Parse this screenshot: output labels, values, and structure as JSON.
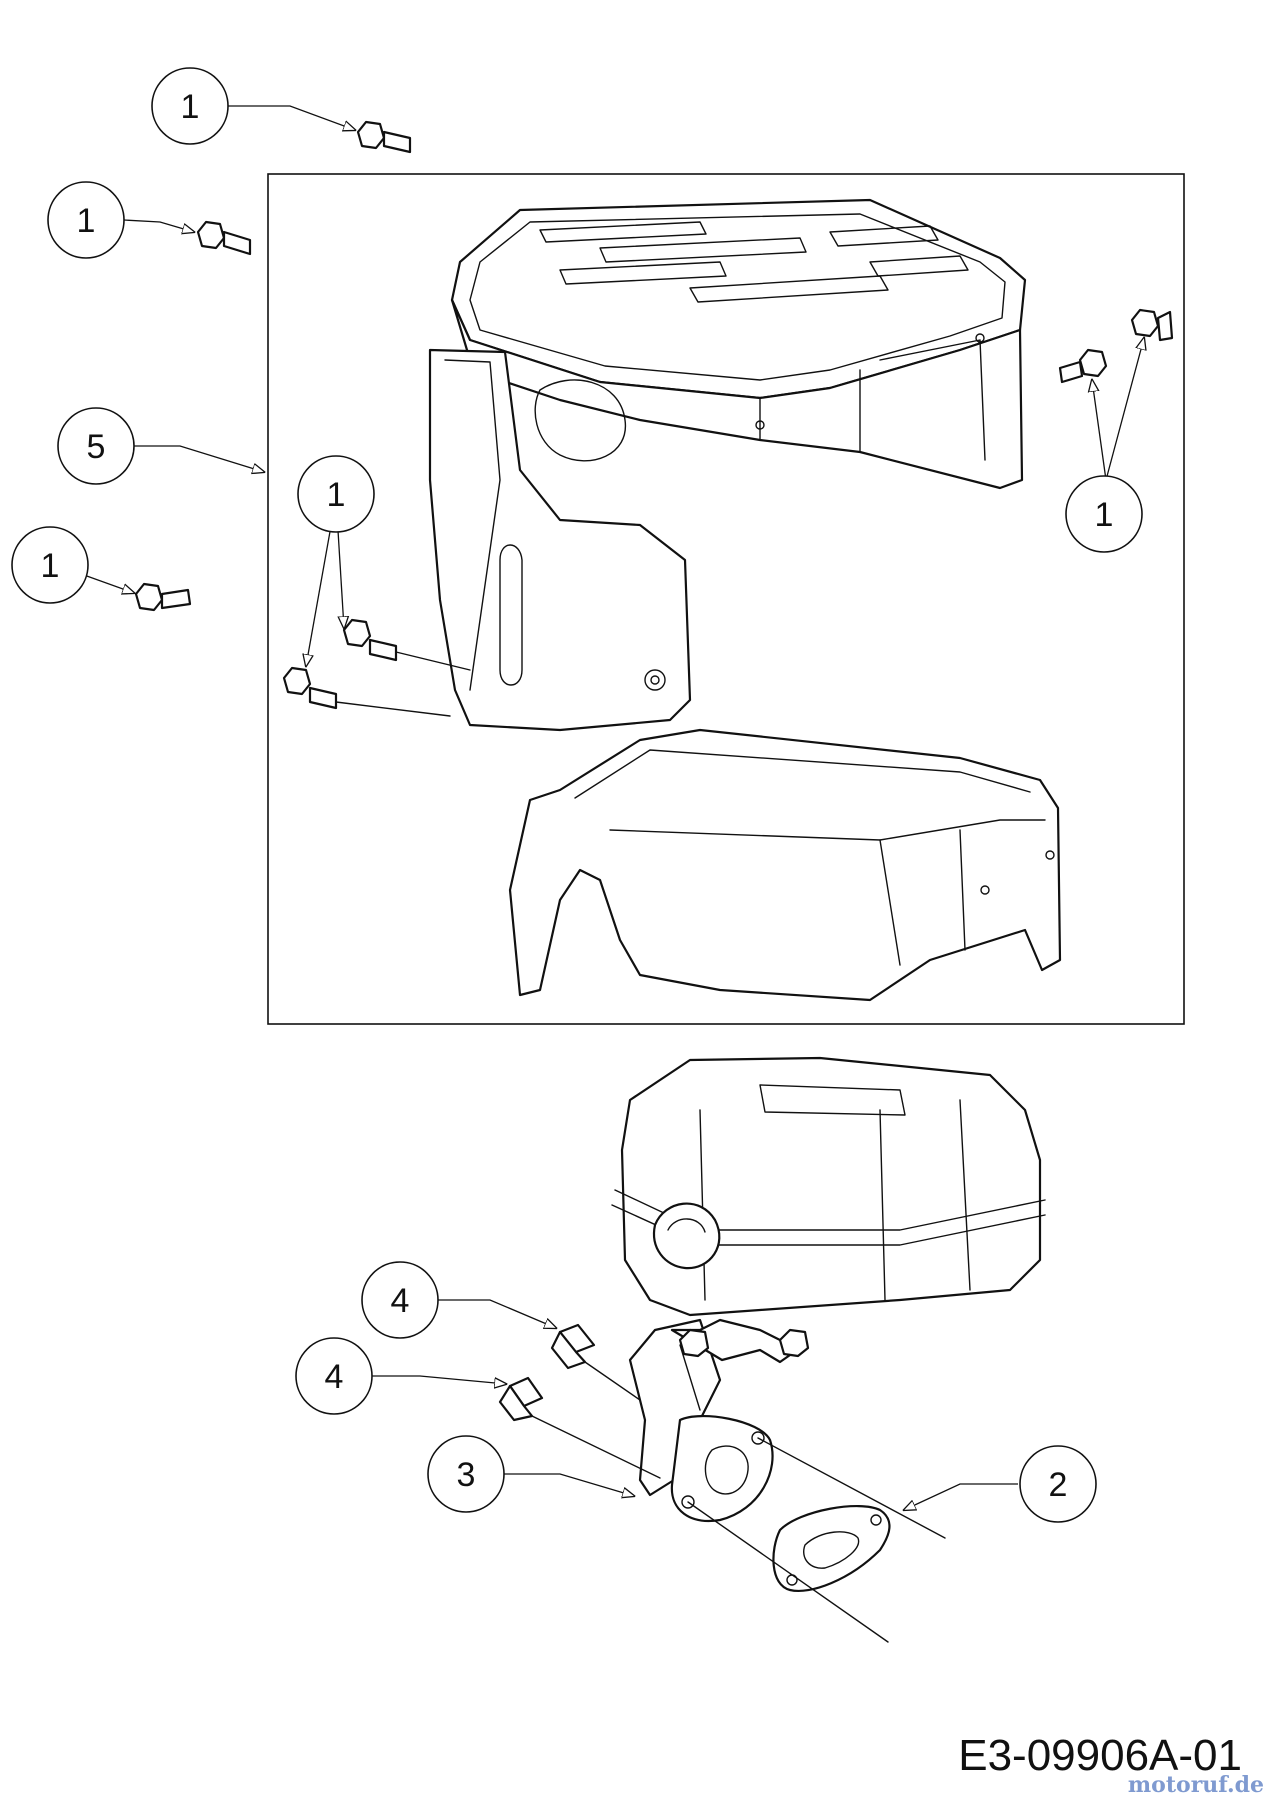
{
  "callouts": [
    {
      "id": "c1",
      "label": "1"
    },
    {
      "id": "c2",
      "label": "1"
    },
    {
      "id": "c3",
      "label": "5"
    },
    {
      "id": "c4",
      "label": "1"
    },
    {
      "id": "c5",
      "label": "1"
    },
    {
      "id": "c6",
      "label": "1"
    },
    {
      "id": "c7",
      "label": "4"
    },
    {
      "id": "c8",
      "label": "4"
    },
    {
      "id": "c9",
      "label": "3"
    },
    {
      "id": "c10",
      "label": "2"
    }
  ],
  "drawing_code": "E3-09906A-01",
  "watermark": "motoruf.de"
}
